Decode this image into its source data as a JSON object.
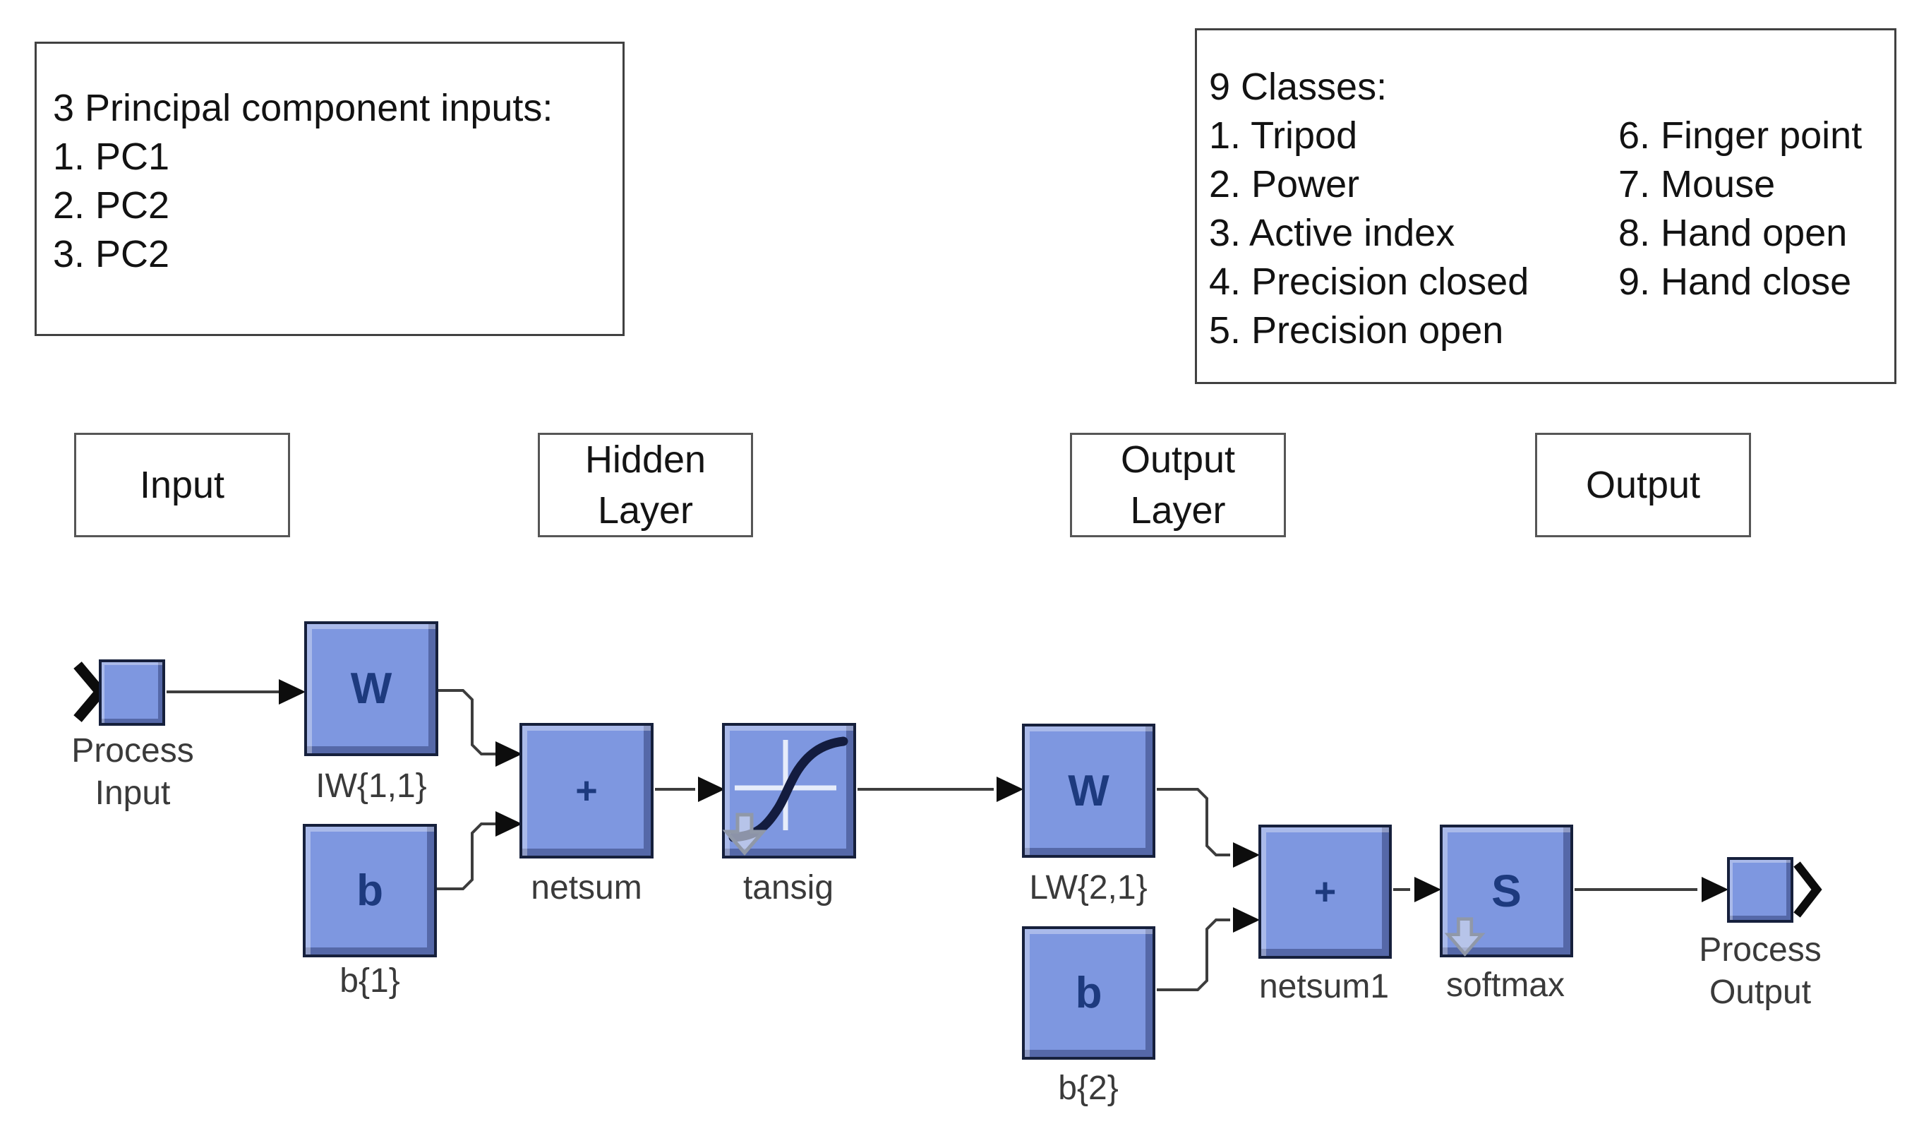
{
  "annotations": {
    "inputs_box": {
      "title": "3 Principal component inputs:",
      "items": [
        "1. PC1",
        "2. PC2",
        "3. PC2"
      ]
    },
    "classes_box": {
      "title": "9 Classes:",
      "left_column": [
        "1. Tripod",
        "2. Power",
        "3. Active index",
        "4. Precision closed",
        "5. Precision open"
      ],
      "right_column": [
        "6. Finger point",
        "7. Mouse",
        "8. Hand open",
        "9. Hand close"
      ]
    }
  },
  "layer_labels": {
    "input": "Input",
    "hidden_line1": "Hidden",
    "hidden_line2": "Layer",
    "output_layer_line1": "Output",
    "output_layer_line2": "Layer",
    "output": "Output"
  },
  "blocks": {
    "process_input": {
      "caption_line1": "Process",
      "caption_line2": "Input"
    },
    "input_weight": {
      "letter": "W",
      "caption": "IW{1,1}"
    },
    "bias1": {
      "letter": "b",
      "caption": "b{1}"
    },
    "netsum": {
      "letter": "+",
      "caption": "netsum"
    },
    "tansig": {
      "caption": "tansig"
    },
    "layer_weight": {
      "letter": "W",
      "caption": "LW{2,1}"
    },
    "bias2": {
      "letter": "b",
      "caption": "b{2}"
    },
    "netsum1": {
      "letter": "+",
      "caption": "netsum1"
    },
    "softmax": {
      "letter": "S",
      "caption": "softmax"
    },
    "process_output": {
      "caption_line1": "Process",
      "caption_line2": "Output"
    }
  },
  "colors": {
    "block_fill": "#7e97e0",
    "block_border": "#16203c",
    "block_letter": "#1d3a7e",
    "wire": "#3d3d3d",
    "arrowhead": "#0d0d0d",
    "caption_text": "#3a3a3a",
    "annotation_text": "#121212",
    "tansig_curve": "#131c3f",
    "tansig_axes": "#e6ecfa"
  }
}
